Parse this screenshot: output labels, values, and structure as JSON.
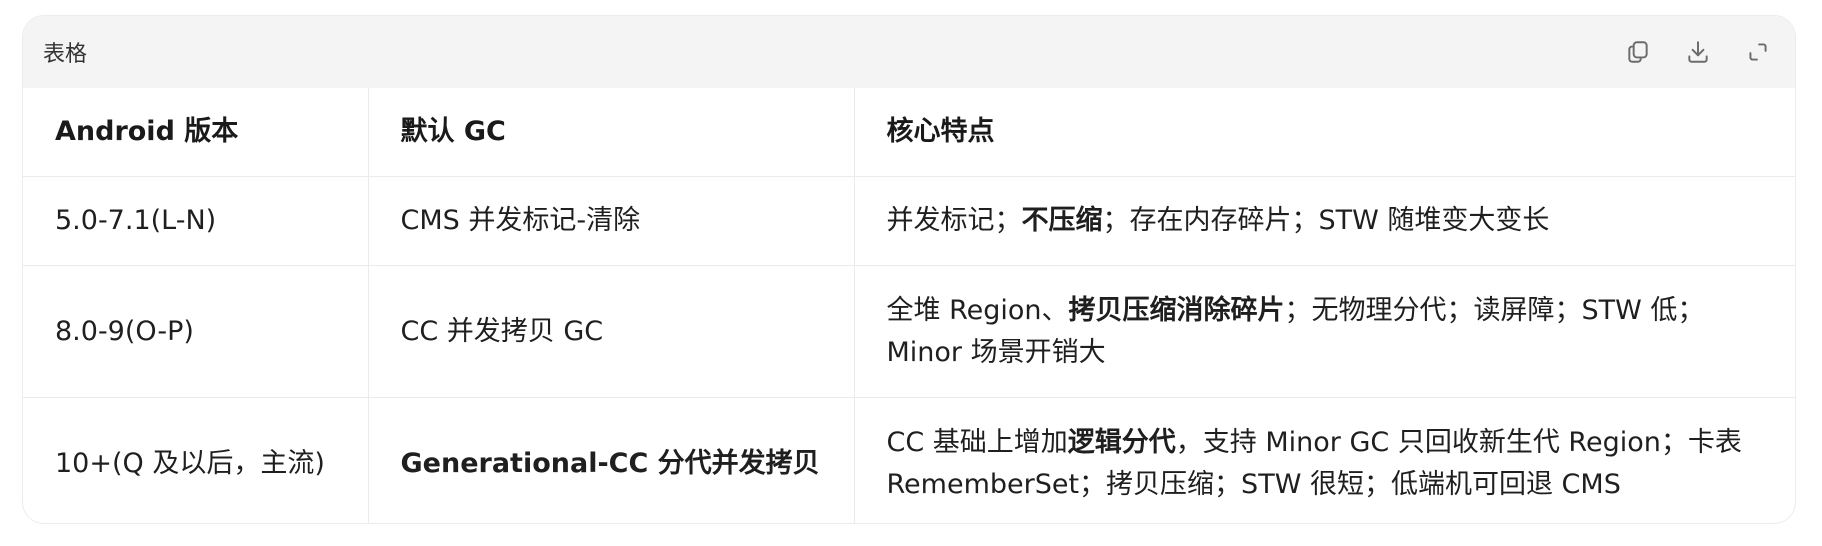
{
  "header": {
    "title": "表格",
    "actions": [
      {
        "name": "copy-icon"
      },
      {
        "name": "download-icon"
      },
      {
        "name": "expand-icon"
      }
    ]
  },
  "table": {
    "columns": [
      "Android 版本",
      "默认 GC",
      "核心特点"
    ],
    "rows": [
      {
        "version": "5.0-7.1(L-N)",
        "gc": "CMS 并发标记-清除",
        "features": [
          {
            "text": "并发标记；",
            "bold": false
          },
          {
            "text": "不压缩",
            "bold": true
          },
          {
            "text": "；存在内存碎片；STW 随堆变大变长",
            "bold": false
          }
        ]
      },
      {
        "version": "8.0-9(O-P)",
        "gc": "CC 并发拷贝 GC",
        "features": [
          {
            "text": "全堆 Region、",
            "bold": false
          },
          {
            "text": "拷贝压缩消除碎片",
            "bold": true
          },
          {
            "text": "；无物理分代；读屏障；STW 低；Minor 场景开销大",
            "bold": false
          }
        ]
      },
      {
        "version": "10+(Q 及以后，主流)",
        "gc": "Generational-CC 分代并发拷贝",
        "gc_bold": true,
        "features": [
          {
            "text": "CC 基础上增加",
            "bold": false
          },
          {
            "text": "逻辑分代",
            "bold": true
          },
          {
            "text": "，支持 Minor GC 只回收新生代 Region；卡表 RememberSet；拷贝压缩；STW 很短；低端机可回退 CMS",
            "bold": false
          }
        ]
      }
    ]
  }
}
